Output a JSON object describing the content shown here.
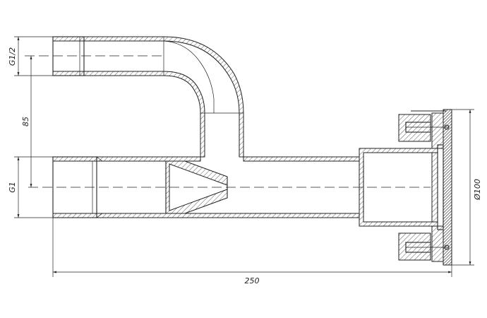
{
  "dimensions": {
    "top_thread": "G1/2",
    "spacing": "85",
    "main_thread": "G1",
    "flange_diameter": "Ø100",
    "overall_length": "250"
  }
}
